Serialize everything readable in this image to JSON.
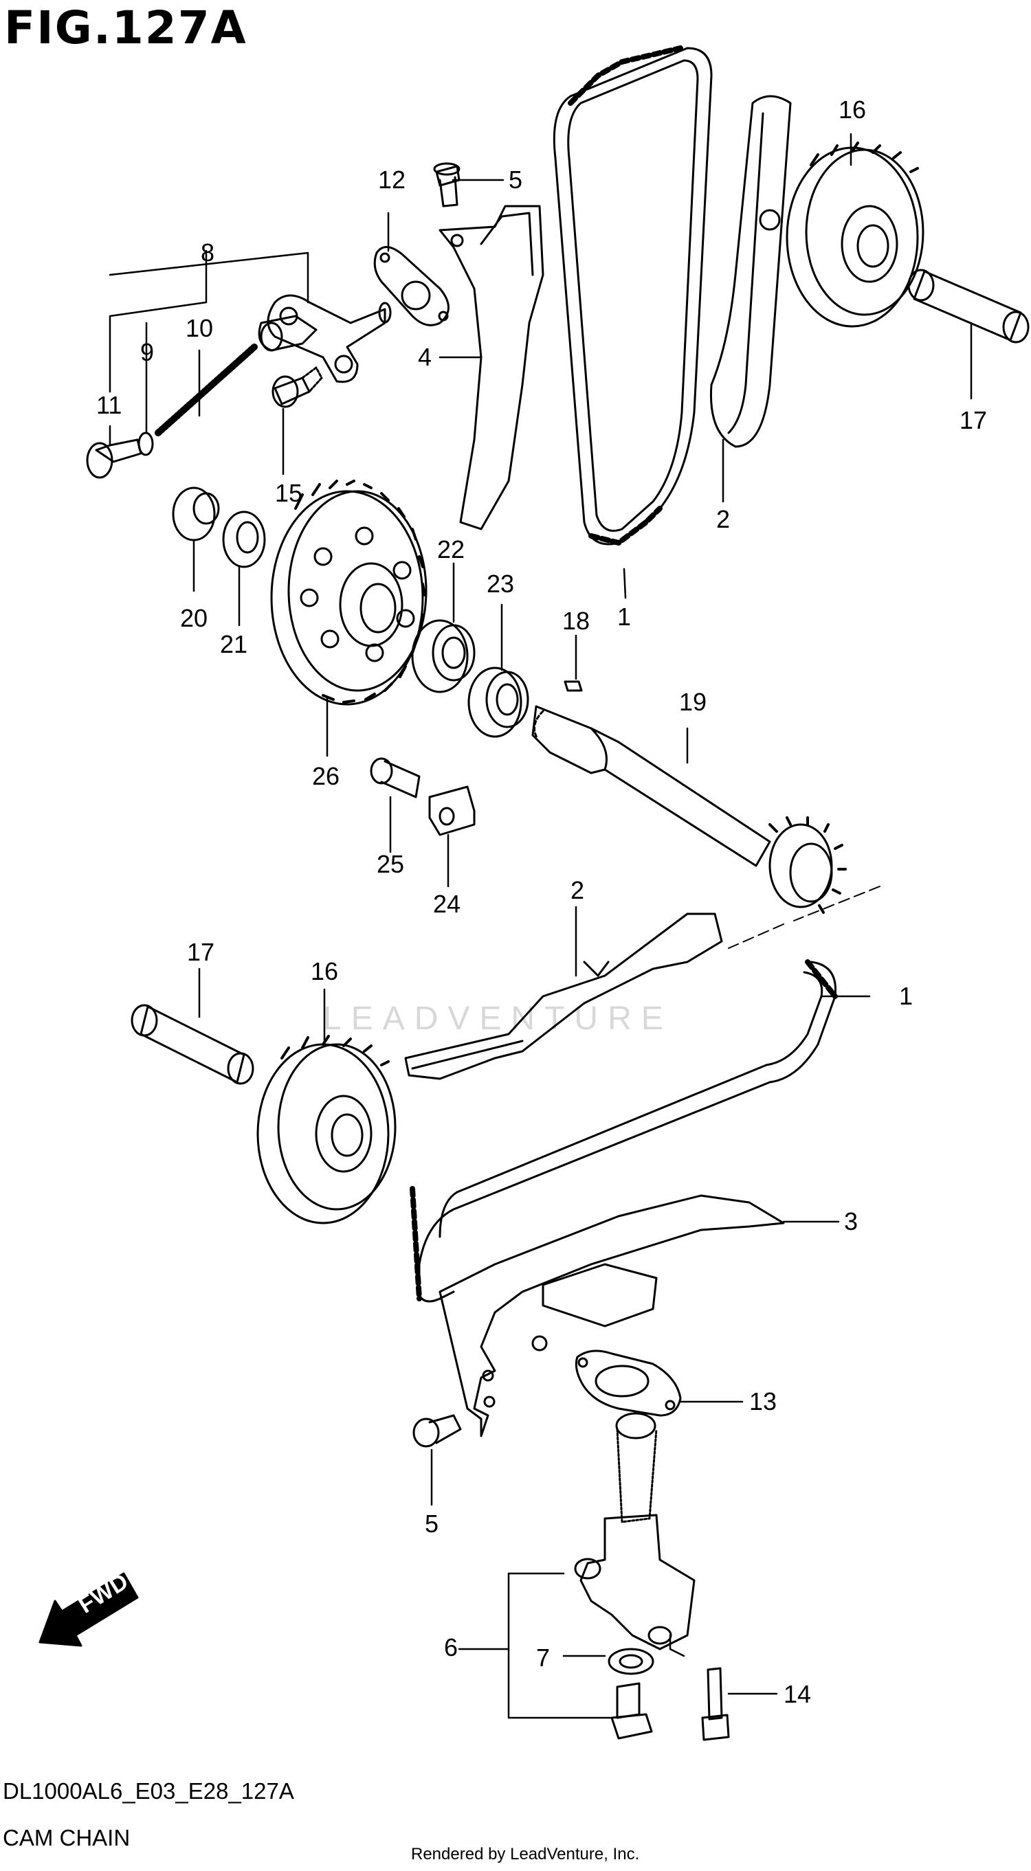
{
  "figure": {
    "title": "FIG.127A",
    "model_code": "DL1000AL6_E03_E28_127A",
    "name": "CAM CHAIN",
    "render_credit": "Rendered by LeadVenture, Inc.",
    "watermark": "LEADVENTURE",
    "fwd_label": "FWD"
  },
  "callouts": [
    {
      "id": "c1a",
      "label": "1"
    },
    {
      "id": "c1b",
      "label": "1"
    },
    {
      "id": "c2a",
      "label": "2"
    },
    {
      "id": "c2b",
      "label": "2"
    },
    {
      "id": "c3",
      "label": "3"
    },
    {
      "id": "c4",
      "label": "4"
    },
    {
      "id": "c5a",
      "label": "5"
    },
    {
      "id": "c5b",
      "label": "5"
    },
    {
      "id": "c6",
      "label": "6"
    },
    {
      "id": "c7",
      "label": "7"
    },
    {
      "id": "c8",
      "label": "8"
    },
    {
      "id": "c9",
      "label": "9"
    },
    {
      "id": "c10",
      "label": "10"
    },
    {
      "id": "c11",
      "label": "11"
    },
    {
      "id": "c12",
      "label": "12"
    },
    {
      "id": "c13",
      "label": "13"
    },
    {
      "id": "c14",
      "label": "14"
    },
    {
      "id": "c15",
      "label": "15"
    },
    {
      "id": "c16a",
      "label": "16"
    },
    {
      "id": "c16b",
      "label": "16"
    },
    {
      "id": "c17a",
      "label": "17"
    },
    {
      "id": "c17b",
      "label": "17"
    },
    {
      "id": "c18",
      "label": "18"
    },
    {
      "id": "c19",
      "label": "19"
    },
    {
      "id": "c20",
      "label": "20"
    },
    {
      "id": "c21",
      "label": "21"
    },
    {
      "id": "c22",
      "label": "22"
    },
    {
      "id": "c23",
      "label": "23"
    },
    {
      "id": "c24",
      "label": "24"
    },
    {
      "id": "c25",
      "label": "25"
    },
    {
      "id": "c26",
      "label": "26"
    }
  ]
}
